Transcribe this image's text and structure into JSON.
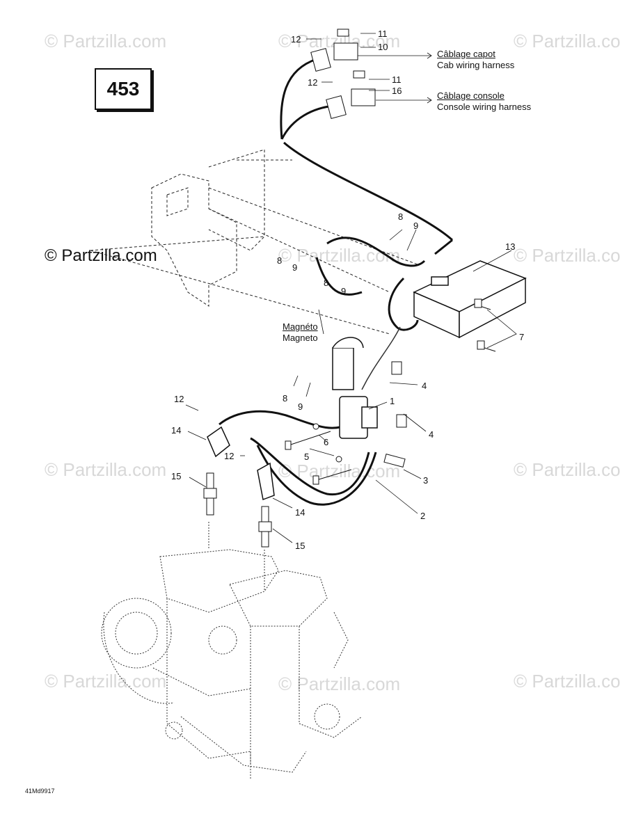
{
  "diagram_number": "453",
  "drawing_code": "41Md9917",
  "watermark": "© Partzilla.com",
  "watermark_truncated": "© Partzilla.co",
  "harness_labels": {
    "cab_fr": "Câblage capot",
    "cab_en": "Cab wiring harness",
    "console_fr": "Câblage console",
    "console_en": "Console wiring harness",
    "magneto_fr": "Magnéto",
    "magneto_en": "Magneto"
  },
  "callouts": {
    "c1": "1",
    "c2": "2",
    "c3": "3",
    "c4a": "4",
    "c4b": "4",
    "c5": "5",
    "c6": "6",
    "c7": "7",
    "c8a": "8",
    "c8b": "8",
    "c8c": "8",
    "c8d": "8",
    "c9a": "9",
    "c9b": "9",
    "c9c": "9",
    "c9d": "9",
    "c10": "10",
    "c11a": "11",
    "c11b": "11",
    "c12a": "12",
    "c12b": "12",
    "c12c": "12",
    "c12d": "12",
    "c13": "13",
    "c14a": "14",
    "c14b": "14",
    "c15a": "15",
    "c15b": "15",
    "c16": "16"
  }
}
